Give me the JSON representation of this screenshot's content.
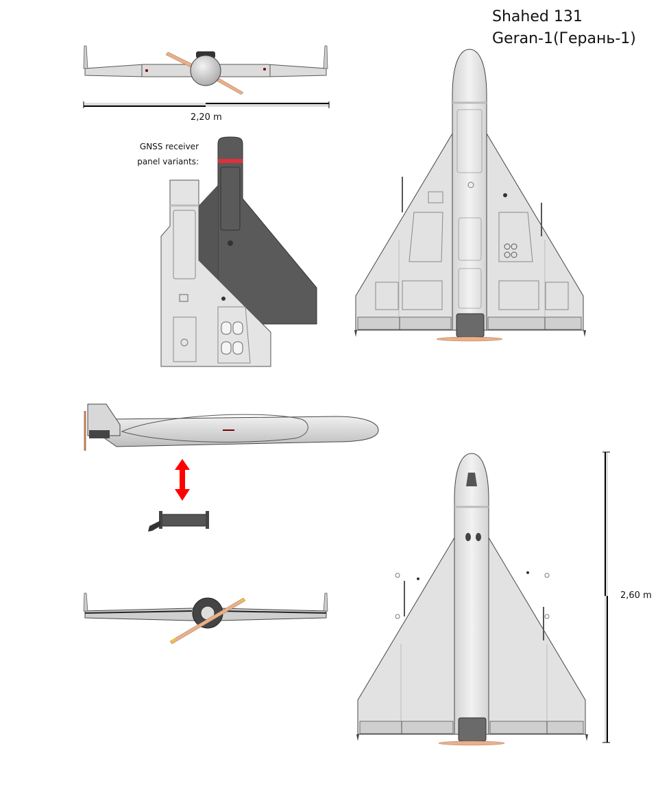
{
  "title": {
    "line1": "Shahed 131",
    "line2": "Geran-1(Герань-1)"
  },
  "labels": {
    "span": "2,20 m",
    "length": "2,60 m",
    "gnss_line1": "GNSS receiver",
    "gnss_line2": "panel variants:"
  },
  "colors": {
    "airframe": "#e2e2e2",
    "outline": "#444444",
    "dark_panel": "#5a5a5a",
    "propeller": "#e8b08a",
    "arrow": "#ff0000",
    "gnss_stripe": "#e0303a"
  }
}
